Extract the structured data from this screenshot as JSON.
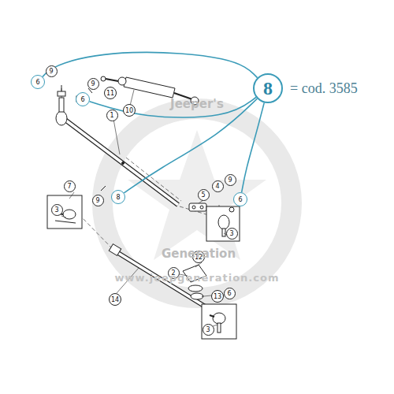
{
  "diagram": {
    "nodes": [
      {
        "text": [
          "8"
        ]
      },
      {
        "text": [
          "6"
        ]
      },
      {
        "text": [
          "6"
        ]
      },
      {
        "text": [
          "8"
        ]
      },
      {
        "text": [
          "6"
        ]
      }
    ],
    "edges": [
      {
        "from": 0,
        "to": 1,
        "arrow": "none"
      },
      {
        "from": 0,
        "to": 2,
        "arrow": "none"
      },
      {
        "from": 0,
        "to": 3,
        "arrow": "none"
      },
      {
        "from": 0,
        "to": 4,
        "arrow": "none"
      }
    ],
    "labels": [
      "= cod. 3585",
      "9",
      "9",
      "11",
      "10",
      "1",
      "9",
      "7",
      "3",
      "5",
      "4",
      "9",
      "3",
      "12",
      "2",
      "13",
      "14",
      "6",
      "3",
      "Jeeper's",
      "Generation",
      "www.jeepgeneration.com"
    ]
  }
}
